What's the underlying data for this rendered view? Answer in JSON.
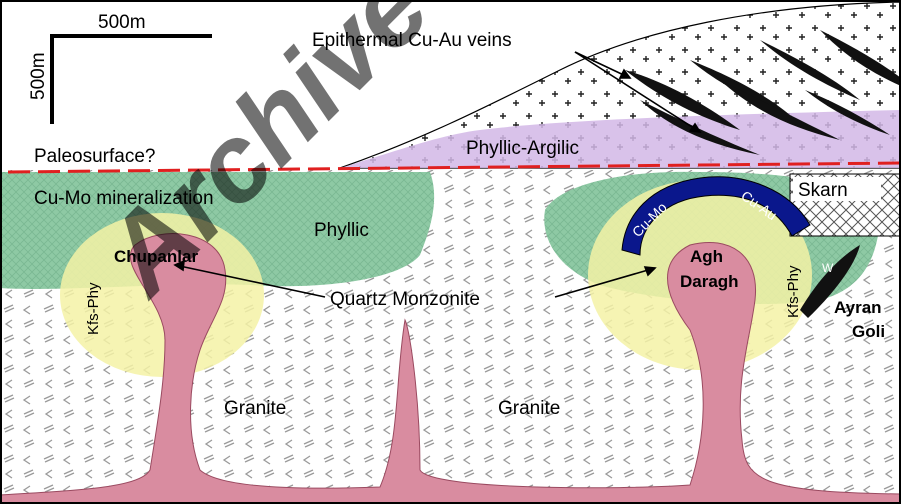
{
  "scale_bar": {
    "horizontal": "500m",
    "vertical": "500m"
  },
  "labels": {
    "epithermal": "Epithermal Cu-Au veins",
    "paleosurface": "Paleosurface?",
    "phyllic_argilic": "Phyllic-Argilic",
    "cu_mo_mineralization": "Cu-Mo mineralization",
    "phyllic": "Phyllic",
    "skarn": "Skarn",
    "chupanlar": "Chupanlar",
    "kfs_phy_left": "Kfs-Phy",
    "quartz_monzonite": "Quartz Monzonite",
    "agh": "Agh",
    "daragh": "Daragh",
    "kfs_phy_right": "Kfs-Phy",
    "cu_mo_arc": "Cu-Mo",
    "cu_au_arc": "Cu-Au",
    "ayran": "Ayran",
    "goli": "Goli",
    "w": "W",
    "granite_left": "Granite",
    "granite_right": "Granite",
    "watermark": "Archive"
  },
  "colors": {
    "rock_pattern": "#9a9a9a",
    "cover_fill": "#ffffff",
    "phyllic_argilic": "#d2b7e6",
    "cu_mo_green": "#8ec9a4",
    "kfs_yellow": "#f4f2a6",
    "monzonite_pink": "#d98ca0",
    "vein_black": "#111111",
    "skarn_arc": "#0a178c",
    "paleosurface_line": "#e02020",
    "watermark": "#cfc8e6"
  }
}
